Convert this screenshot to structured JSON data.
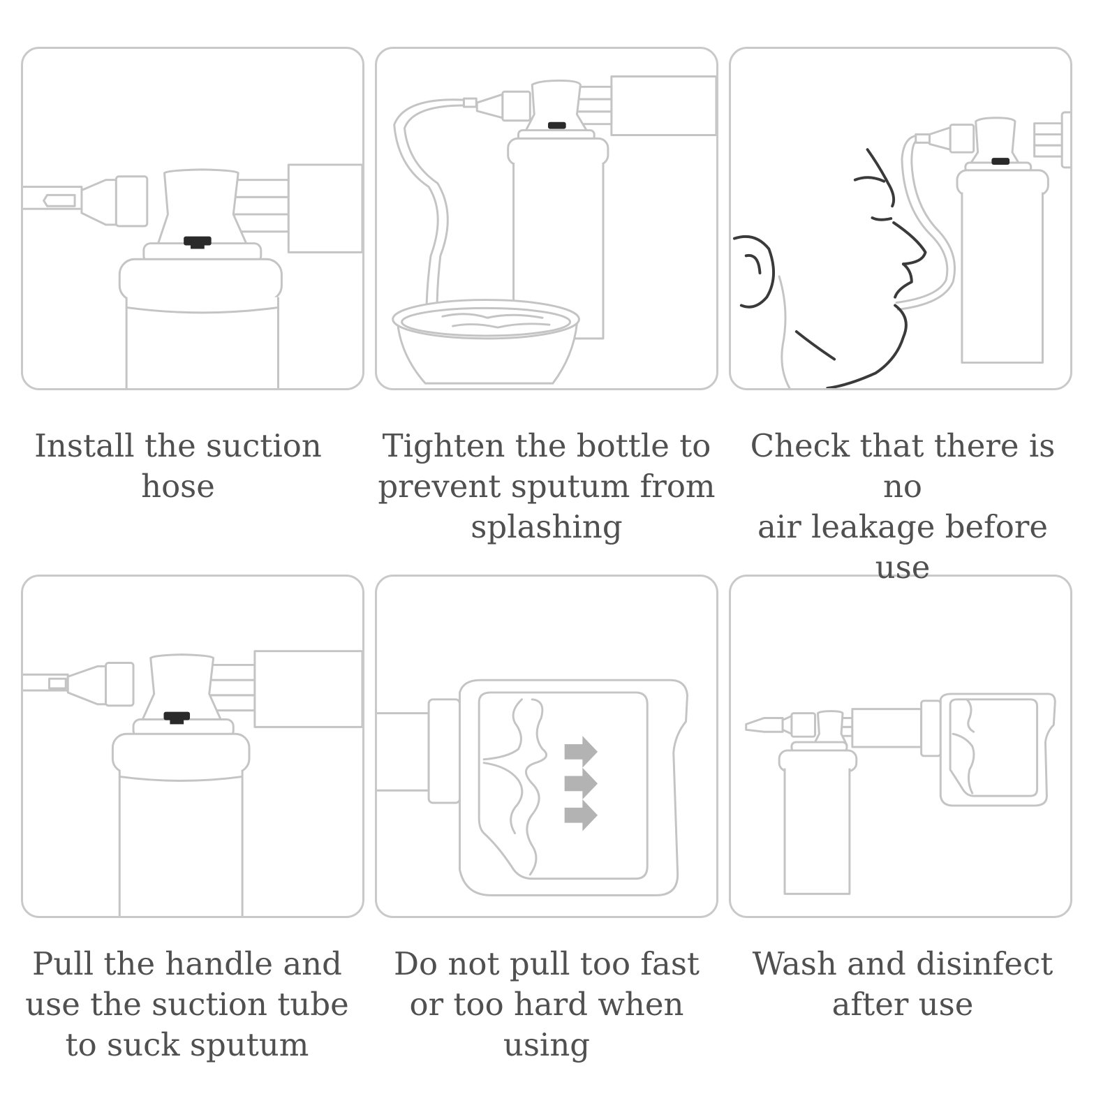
{
  "steps": [
    {
      "caption": "Install the suction\nhose",
      "icon": "suction-bottle-hose-closeup"
    },
    {
      "caption": "Tighten the bottle to\nprevent sputum from\nsplashing",
      "icon": "bottle-hose-in-bowl"
    },
    {
      "caption": "Check that there is no\nair leakage before use",
      "icon": "hose-at-mouth"
    },
    {
      "caption": "Pull the handle and\nuse the suction tube\nto suck sputum",
      "icon": "suction-bottle-handle-closeup"
    },
    {
      "caption": "Do not pull too fast\nor too hard when using",
      "icon": "handle-pull-arrows"
    },
    {
      "caption": "Wash and disinfect\nafter use",
      "icon": "full-suction-device"
    }
  ],
  "colors": {
    "line": "#c4c4c4",
    "border": "#c9c9c9",
    "text": "#505050",
    "arrow": "#9a9a9a",
    "knob": "#2a2a2a"
  }
}
